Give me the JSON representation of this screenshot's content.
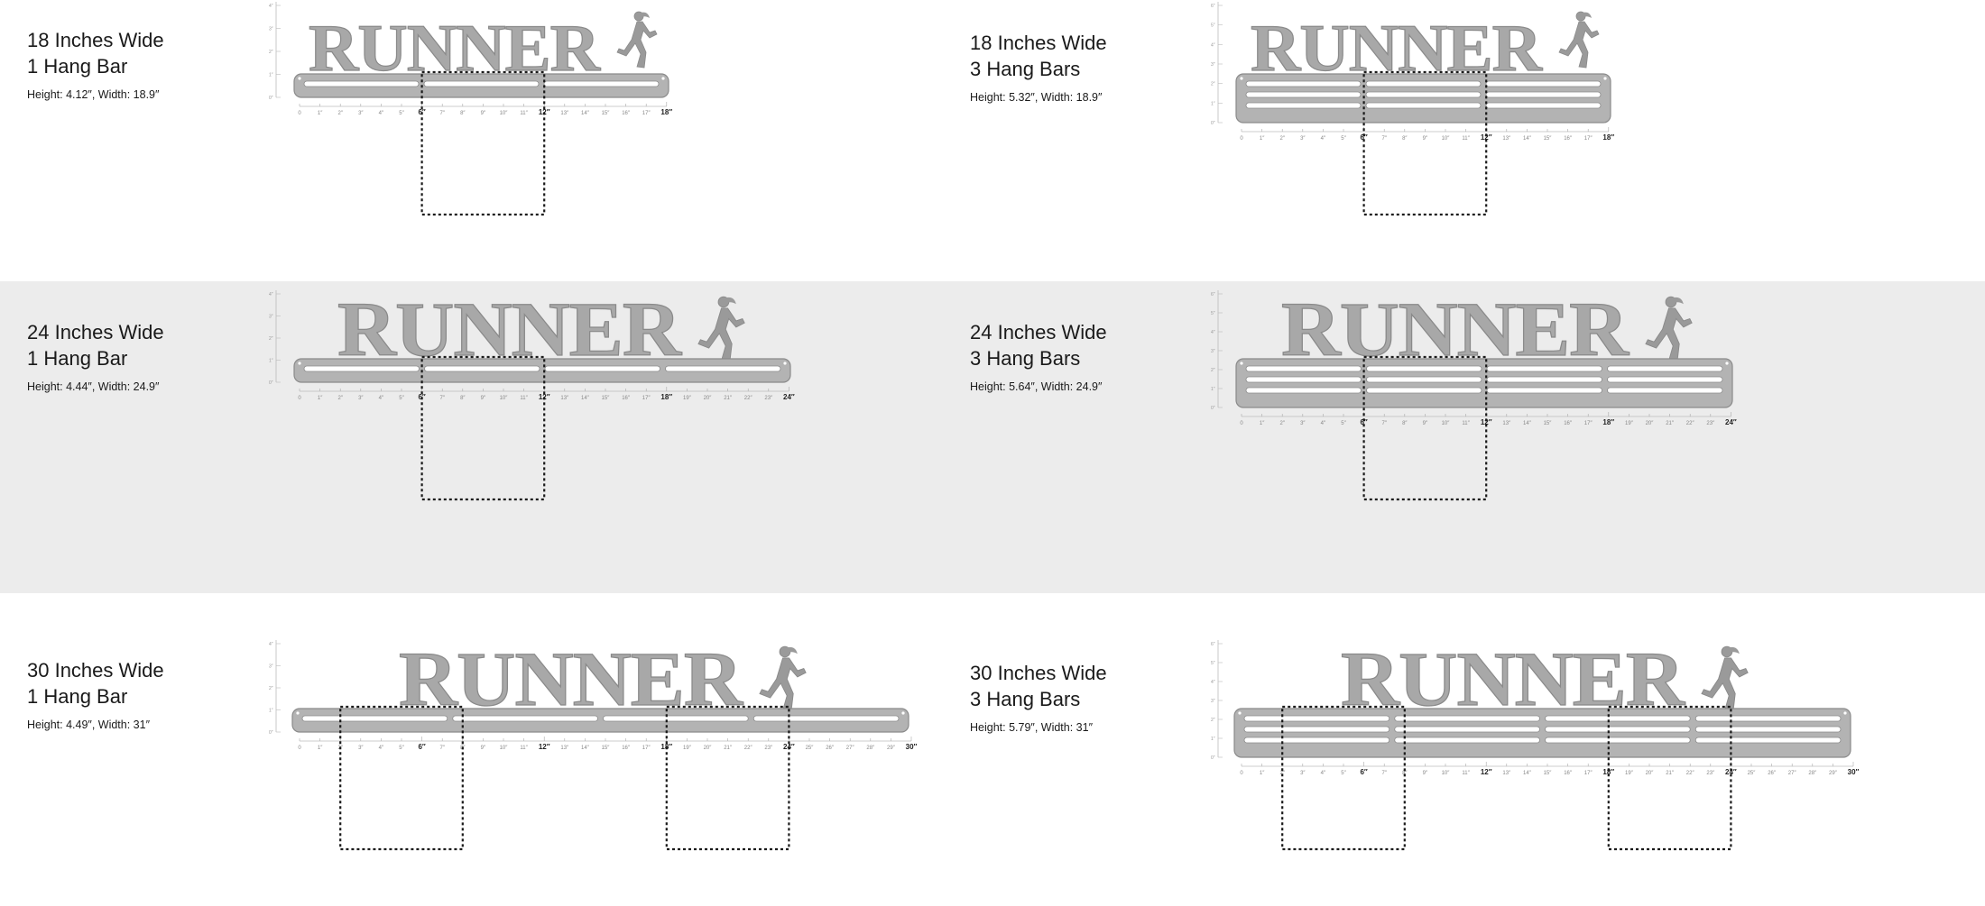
{
  "word": "RUNNER",
  "colors": {
    "metal": "#b3b3b3",
    "metal_edge": "#8a8a8a",
    "band": "#ececec",
    "dash": "#1a1a1a"
  },
  "icons": {
    "runner": "runner-silhouette-icon"
  },
  "racks": [
    {
      "line1": "18 Inches Wide",
      "line2": "1 Hang Bar",
      "dims": "Height: 4.12″,   Width: 18.9″",
      "span": 18,
      "bars": 1,
      "majors": [
        6,
        12,
        18
      ],
      "ruler_labels": [
        "0",
        "1″",
        "2″",
        "3″",
        "4″",
        "5″",
        "6″",
        "7″",
        "8″",
        "9″",
        "10″",
        "11″",
        "12″",
        "13″",
        "14″",
        "15″",
        "16″",
        "17″",
        "18″"
      ]
    },
    {
      "line1": "18 Inches Wide",
      "line2": "3 Hang Bars",
      "dims": "Height: 5.32″,   Width: 18.9″",
      "span": 18,
      "bars": 3,
      "majors": [
        6,
        12,
        18
      ],
      "ruler_labels": [
        "0",
        "1″",
        "2″",
        "3″",
        "4″",
        "5″",
        "6″",
        "7″",
        "8″",
        "9″",
        "10″",
        "11″",
        "12″",
        "13″",
        "14″",
        "15″",
        "16″",
        "17″",
        "18″"
      ]
    },
    {
      "line1": "24 Inches Wide",
      "line2": "1 Hang Bar",
      "dims": "Height: 4.44″,   Width: 24.9″",
      "span": 24,
      "bars": 1,
      "majors": [
        6,
        12,
        18,
        24
      ],
      "ruler_labels": [
        "0",
        "1″",
        "2″",
        "3″",
        "4″",
        "5″",
        "6″",
        "7″",
        "8″",
        "9″",
        "10″",
        "11″",
        "12″",
        "13″",
        "14″",
        "15″",
        "16″",
        "17″",
        "18″",
        "19″",
        "20″",
        "21″",
        "22″",
        "23″",
        "24″"
      ]
    },
    {
      "line1": "24 Inches Wide",
      "line2": "3 Hang Bars",
      "dims": "Height: 5.64″,   Width: 24.9″",
      "span": 24,
      "bars": 3,
      "majors": [
        6,
        12,
        18,
        24
      ],
      "ruler_labels": [
        "0",
        "1″",
        "2″",
        "3″",
        "4″",
        "5″",
        "6″",
        "7″",
        "8″",
        "9″",
        "10″",
        "11″",
        "12″",
        "13″",
        "14″",
        "15″",
        "16″",
        "17″",
        "18″",
        "19″",
        "20″",
        "21″",
        "22″",
        "23″",
        "24″"
      ]
    },
    {
      "line1": "30 Inches Wide",
      "line2": "1 Hang Bar",
      "dims": "Height: 4.49″,   Width: 31″",
      "span": 30,
      "bars": 1,
      "majors": [
        6,
        12,
        18,
        24,
        30
      ],
      "ruler_labels": [
        "0",
        "1″",
        "2″",
        "3″",
        "4″",
        "5″",
        "6″",
        "7″",
        "8″",
        "9″",
        "10″",
        "11″",
        "12″",
        "13″",
        "14″",
        "15″",
        "16″",
        "17″",
        "18″",
        "19″",
        "20″",
        "21″",
        "22″",
        "23″",
        "24″",
        "25″",
        "26″",
        "27″",
        "28″",
        "29″",
        "30″"
      ]
    },
    {
      "line1": "30 Inches Wide",
      "line2": "3 Hang Bars",
      "dims": "Height: 5.79″,   Width: 31″",
      "span": 30,
      "bars": 3,
      "majors": [
        6,
        12,
        18,
        24,
        30
      ],
      "ruler_labels": [
        "0",
        "1″",
        "2″",
        "3″",
        "4″",
        "5″",
        "6″",
        "7″",
        "8″",
        "9″",
        "10″",
        "11″",
        "12″",
        "13″",
        "14″",
        "15″",
        "16″",
        "17″",
        "18″",
        "19″",
        "20″",
        "21″",
        "22″",
        "23″",
        "24″",
        "25″",
        "26″",
        "27″",
        "28″",
        "29″",
        "30″"
      ]
    }
  ]
}
